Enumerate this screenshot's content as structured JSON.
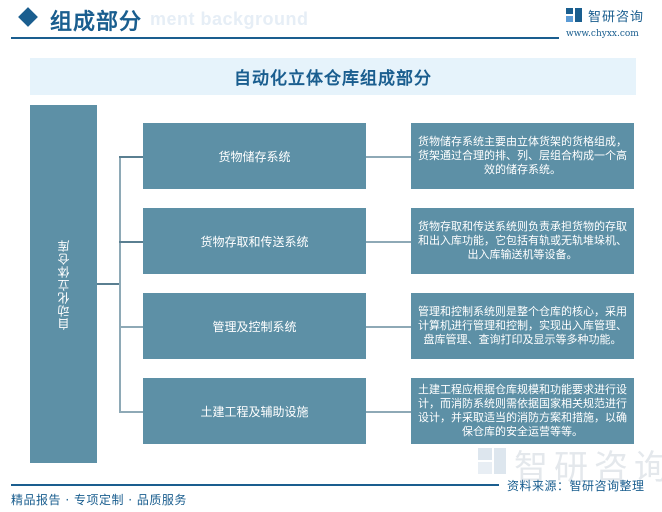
{
  "header": {
    "title": "组成部分",
    "watermark_text": "ment background",
    "logo": {
      "name": "智研咨询",
      "url": "www.chyxx.com"
    }
  },
  "banner": {
    "title": "自动化立体仓库组成部分"
  },
  "diagram": {
    "root": {
      "label": "自动化立体仓库"
    },
    "components": [
      {
        "name": "货物储存系统",
        "description": "货物储存系统主要由立体货架的货格组成，货架通过合理的排、列、层组合构成一个高效的储存系统。"
      },
      {
        "name": "货物存取和传送系统",
        "description": "货物存取和传送系统则负责承担货物的存取和出入库功能，它包括有轨或无轨堆垛机、出入库输送机等设备。"
      },
      {
        "name": "管理及控制系统",
        "description": "管理和控制系统则是整个仓库的核心，采用计算机进行管理和控制，实现出入库管理、盘库管理、查询打印及显示等多种功能。"
      },
      {
        "name": "土建工程及辅助设施",
        "description": "土建工程应根据仓库规模和功能要求进行设计，而消防系统则需依据国家相关规范进行设计，并采取适当的消防方案和措施，以确保仓库的安全运营等等。"
      }
    ]
  },
  "watermark": {
    "big": "智研咨询"
  },
  "footer": {
    "tagline": "精品报告 · 专项定制 · 品质服务",
    "source": "资料来源：智研咨询整理"
  },
  "colors": {
    "brand": "#1a5e8f",
    "box": "#5d90a6",
    "banner_bg": "#e6f3fb",
    "connector": "#5a7f91"
  }
}
